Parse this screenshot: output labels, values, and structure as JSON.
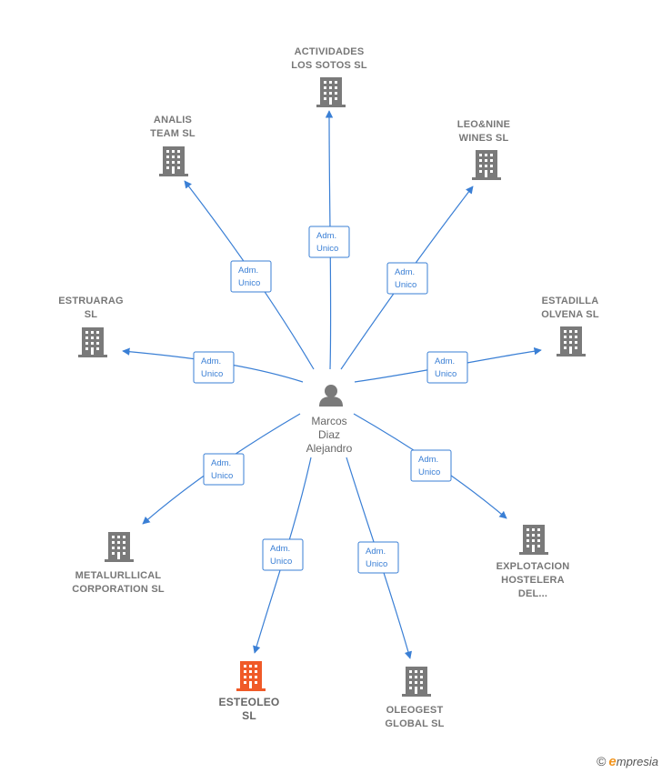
{
  "person": {
    "lines": [
      "Marcos",
      "Diaz",
      "Alejandro"
    ],
    "icon": "person-icon"
  },
  "edge_label": [
    "Adm.",
    "Unico"
  ],
  "colors": {
    "edge": "#3a7fd5",
    "building": "#7a7a7a",
    "highlight": "#f05a28"
  },
  "companies": [
    {
      "id": "actividades",
      "lines": [
        "ACTIVIDADES",
        "LOS SOTOS SL"
      ],
      "highlight": false
    },
    {
      "id": "analis",
      "lines": [
        "ANALIS",
        "TEAM SL"
      ],
      "highlight": false
    },
    {
      "id": "leonine",
      "lines": [
        "LEO&NINE",
        "WINES SL"
      ],
      "highlight": false
    },
    {
      "id": "estruarag",
      "lines": [
        "ESTRUARAG",
        "SL"
      ],
      "highlight": false
    },
    {
      "id": "estadilla",
      "lines": [
        "ESTADILLA",
        "OLVENA SL"
      ],
      "highlight": false
    },
    {
      "id": "metalurllical",
      "lines": [
        "METALURLLICAL",
        "CORPORATION SL"
      ],
      "highlight": false
    },
    {
      "id": "explotacion",
      "lines": [
        "EXPLOTACION",
        "HOSTELERA",
        "DEL..."
      ],
      "highlight": false
    },
    {
      "id": "esteoleo",
      "lines": [
        "ESTEOLEO",
        "SL"
      ],
      "highlight": true
    },
    {
      "id": "oleogest",
      "lines": [
        "OLEOGEST",
        "GLOBAL SL"
      ],
      "highlight": false
    }
  ],
  "footer": {
    "copyright": "©",
    "brand_initial": "e",
    "brand_rest": "mpresia"
  }
}
